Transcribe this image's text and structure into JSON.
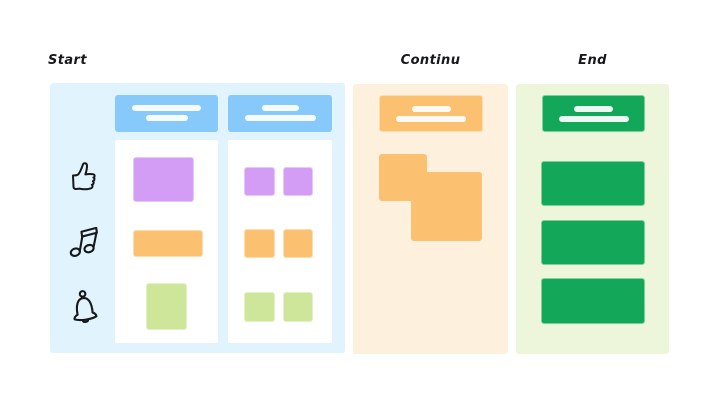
{
  "board": {
    "background": "#ffffff",
    "sections": [
      {
        "label": "Start",
        "panel_color": "#e1f3fc",
        "header_card_color": "#87c9fa",
        "icons": [
          "thumbs-up",
          "music-note",
          "bell"
        ],
        "columns": [
          {
            "header_lines": [
              "long",
              "short"
            ],
            "cards": [
              "purple",
              "orange",
              "light-green"
            ]
          },
          {
            "header_lines": [
              "short",
              "long"
            ],
            "cards": [
              "purple",
              "purple",
              "orange",
              "orange",
              "light-green",
              "light-green"
            ]
          }
        ]
      },
      {
        "label": "Continu",
        "panel_color": "#fdf0dd",
        "header_card_color": "#fcc170",
        "header_lines": [
          "short",
          "long"
        ],
        "cards": [
          "orange",
          "orange"
        ]
      },
      {
        "label": "End",
        "panel_color": "#edf6da",
        "header_card_color": "#13a75a",
        "header_lines": [
          "short",
          "long"
        ],
        "cards": [
          "green",
          "green",
          "green"
        ]
      }
    ],
    "palette": {
      "blue_card": "#87c9fa",
      "orange_card": "#fcc170",
      "purple_card": "#d49df5",
      "light_green_card": "#cde69a",
      "green_card": "#13a75a",
      "label_text": "#17181c"
    }
  }
}
